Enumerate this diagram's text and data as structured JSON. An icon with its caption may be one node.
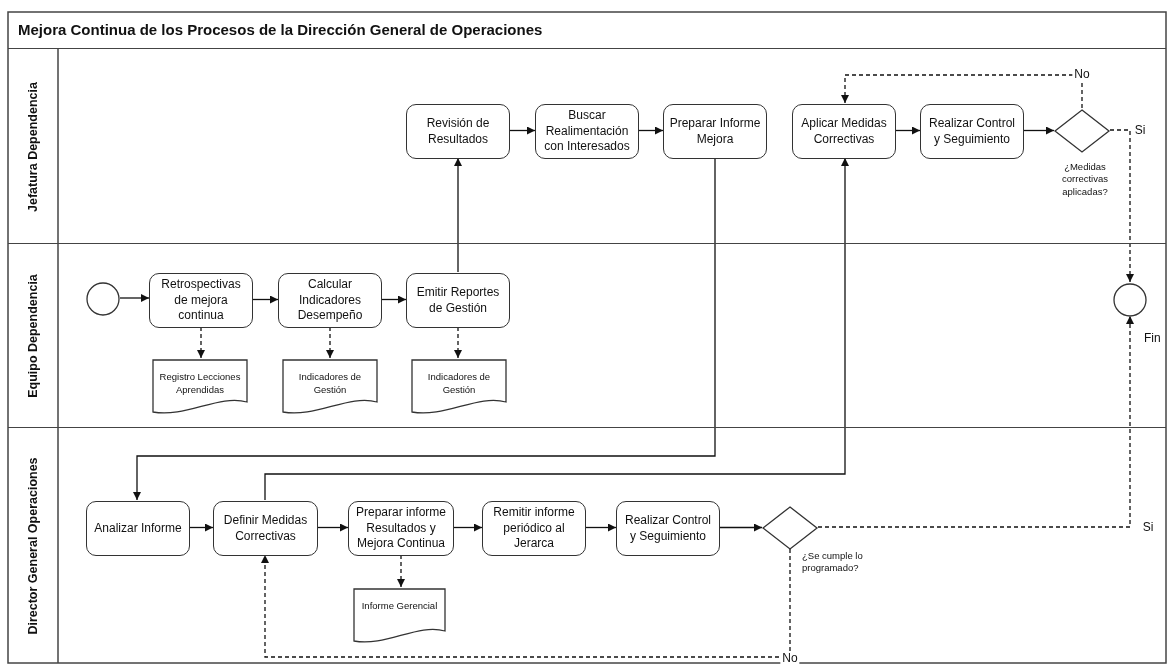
{
  "diagram": {
    "title": "Mejora Continua de los Procesos de la Dirección General de Operaciones",
    "nodes": [
      {
        "text": [
          "Jefatura Dependencia"
        ]
      },
      {
        "text": [
          "Revisión de Resultados"
        ],
        "in": 0
      },
      {
        "text": [
          "Buscar Realimentación con Interesados"
        ],
        "in": 0
      },
      {
        "text": [
          "Preparar Informe Mejora"
        ],
        "in": 0
      },
      {
        "text": [
          "Aplicar Medidas Correctivas"
        ],
        "in": 0
      },
      {
        "text": [
          "Realizar Control y Seguimiento"
        ],
        "in": 0
      },
      {
        "text": [
          "¿Medidas correctivas aplicadas?"
        ],
        "in": 0
      },
      {
        "text": [
          "Equipo Dependencia"
        ]
      },
      {
        "text": [],
        "shape": "circle",
        "in": 7
      },
      {
        "text": [
          "Retrospectivas de mejora continua"
        ],
        "in": 7
      },
      {
        "text": [
          "Calcular Indicadores Desempeño"
        ],
        "in": 7
      },
      {
        "text": [
          "Emitir Reportes de Gestión"
        ],
        "in": 7
      },
      {
        "text": [
          "Registro Lecciones Aprendidas"
        ],
        "in": 7
      },
      {
        "text": [
          "Indicadores de Gestión"
        ],
        "in": 7
      },
      {
        "text": [
          "Indicadores de Gestión"
        ],
        "in": 7
      },
      {
        "text": [],
        "shape": "circle",
        "beside": [
          "Fin"
        ],
        "in": 7
      },
      {
        "text": [
          "Director General Operaciones"
        ]
      },
      {
        "text": [
          "Analizar Informe"
        ],
        "in": 16
      },
      {
        "text": [
          "Definir Medidas Correctivas"
        ],
        "in": 16
      },
      {
        "text": [
          "Preparar informe Resultados y Mejora Continua"
        ],
        "in": 16
      },
      {
        "text": [
          "Remitir informe periódico al Jerarca"
        ],
        "in": 16
      },
      {
        "text": [
          "Realizar Control y Seguimiento"
        ],
        "in": 16
      },
      {
        "text": [
          "¿Se cumple lo programado?"
        ],
        "in": 16
      },
      {
        "text": [
          "Informe Gerencial"
        ],
        "in": 16
      }
    ],
    "edges": [
      {
        "from": 8,
        "to": 9,
        "arrow": "to"
      },
      {
        "from": 9,
        "to": 10,
        "arrow": "to"
      },
      {
        "from": 10,
        "to": 11,
        "arrow": "to"
      },
      {
        "from": 11,
        "to": 1,
        "arrow": "to"
      },
      {
        "from": 1,
        "to": 2,
        "arrow": "to"
      },
      {
        "from": 2,
        "to": 3,
        "arrow": "to"
      },
      {
        "from": 3,
        "to": 17,
        "arrow": "to"
      },
      {
        "from": 17,
        "to": 18,
        "arrow": "to"
      },
      {
        "from": 18,
        "to": 19,
        "arrow": "to"
      },
      {
        "from": 19,
        "to": 20,
        "arrow": "to"
      },
      {
        "from": 20,
        "to": 21,
        "arrow": "to"
      },
      {
        "from": 21,
        "to": 22,
        "arrow": "to"
      },
      {
        "from": 18,
        "to": 4,
        "arrow": "to"
      },
      {
        "from": 22,
        "to": 18,
        "arrow": "to",
        "label": "No",
        "style": "dashed"
      },
      {
        "from": 22,
        "to": 15,
        "arrow": "to",
        "label": "Si",
        "style": "dashed"
      },
      {
        "from": 4,
        "to": 5,
        "arrow": "to"
      },
      {
        "from": 5,
        "to": 6,
        "arrow": "to"
      },
      {
        "from": 6,
        "to": 4,
        "arrow": "to",
        "label": "No",
        "style": "dashed"
      },
      {
        "from": 6,
        "to": 15,
        "arrow": "to",
        "label": "Si",
        "style": "dashed"
      },
      {
        "from": 9,
        "to": 12,
        "arrow": "to",
        "style": "dashed"
      },
      {
        "from": 10,
        "to": 13,
        "arrow": "to",
        "style": "dashed"
      },
      {
        "from": 11,
        "to": 14,
        "arrow": "to",
        "style": "dashed"
      },
      {
        "from": 19,
        "to": 23,
        "arrow": "to",
        "style": "dashed"
      }
    ]
  }
}
